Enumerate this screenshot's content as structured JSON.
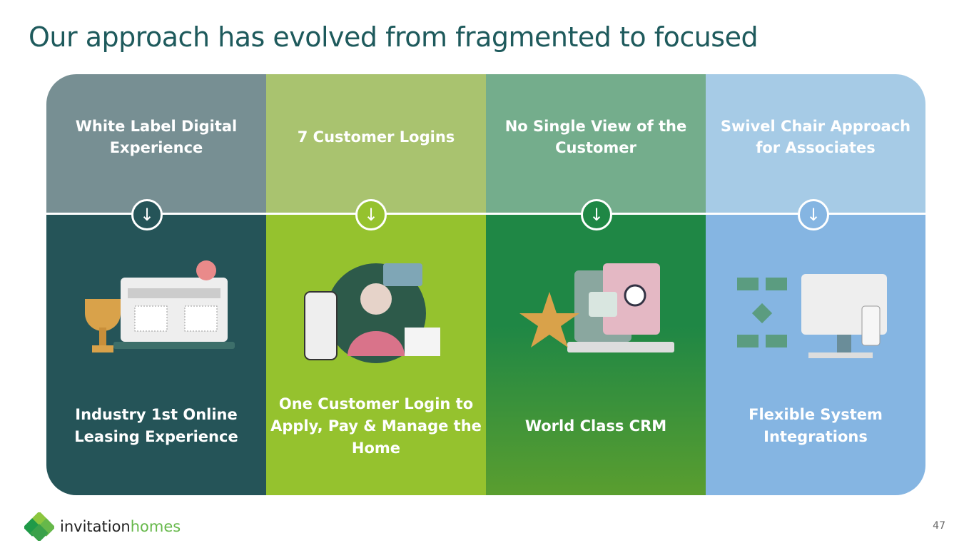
{
  "title": "Our approach has evolved from fragmented to focused",
  "columns": [
    {
      "before": "White Label Digital Experience",
      "after": "Industry 1st Online Leasing Experience",
      "top_color": "#778f93",
      "bottom_color": "#255458"
    },
    {
      "before": "7 Customer Logins",
      "after": "One Customer Login to Apply, Pay & Manage the Home",
      "top_color": "#a9c36f",
      "bottom_color": "#95c22e"
    },
    {
      "before": "No Single View of the Customer",
      "after": "World Class CRM",
      "top_color": "#74ad8c",
      "bottom_color": "#1f8745"
    },
    {
      "before": "Swivel Chair Approach for Associates",
      "after": "Flexible System Integrations",
      "top_color": "#a6cbe6",
      "bottom_color": "#85b5e2"
    }
  ],
  "logo": {
    "part1": "invitation",
    "part2": "homes"
  },
  "page_number": "47"
}
